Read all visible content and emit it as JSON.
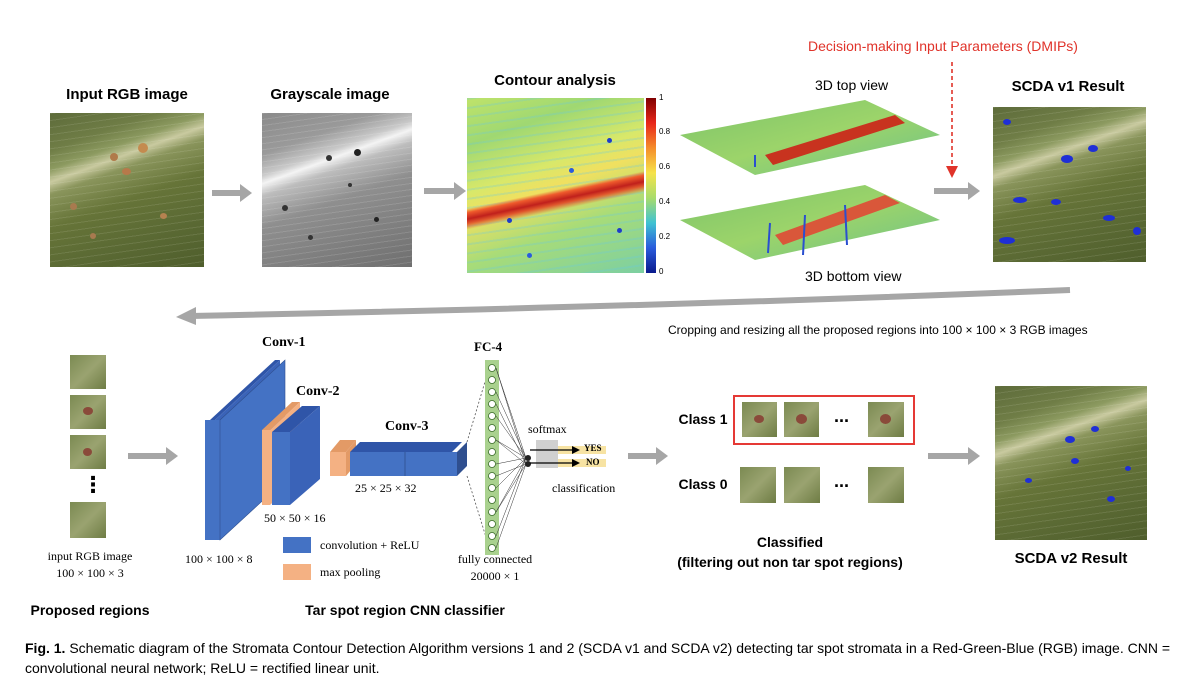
{
  "top_row": {
    "input_rgb_title": "Input RGB image",
    "grayscale_title": "Grayscale image",
    "contour_title": "Contour analysis",
    "colorbar_ticks": [
      "1",
      "0.8",
      "0.6",
      "0.4",
      "0.2",
      "0"
    ],
    "top_view_label": "3D top view",
    "bottom_view_label": "3D bottom view",
    "dmips_label": "Decision-making Input Parameters (DMIPs)",
    "scda_v1_title": "SCDA v1 Result"
  },
  "bottom_row": {
    "cropping_note": "Cropping and resizing all the proposed regions into 100 × 100 × 3 RGB images",
    "input_caption_line1": "input RGB image",
    "input_caption_line2": "100 × 100 × 3",
    "proposed_regions": "Proposed regions",
    "dots": "⋮",
    "conv1": "Conv-1",
    "conv2": "Conv-2",
    "conv3": "Conv-3",
    "fc4": "FC-4",
    "dim_conv1": "100 × 100 × 8",
    "dim_conv2": "50 × 50 × 16",
    "dim_conv3": "25 × 25 × 32",
    "legend_conv": "convolution + ReLU",
    "legend_pool": "max pooling",
    "fc_caption_line1": "fully connected",
    "fc_caption_line2": "20000 × 1",
    "softmax": "softmax",
    "yes": "YES",
    "no": "NO",
    "classification": "classification",
    "cnn_title": "Tar spot region CNN classifier",
    "class1": "Class 1",
    "class0": "Class 0",
    "ellipsis": "...",
    "classified_line1": "Classified",
    "classified_line2": "(filtering out non tar spot regions)",
    "scda_v2_title": "SCDA v2 Result"
  },
  "caption": {
    "fig_label": "Fig. 1.",
    "text": " Schematic diagram of the Stromata Contour Detection Algorithm versions 1 and 2 (SCDA v1 and SCDA v2) detecting tar spot stromata in a Red-Green-Blue (RGB) image. CNN = convolutional neural network; ReLU = rectified linear unit."
  },
  "colors": {
    "arrow_gray": "#a6a6a6",
    "dmip_red": "#e0332a",
    "conv_blue": "#4472c4",
    "pool_orange": "#f4b183",
    "fc_green": "#a9d18e",
    "highlight_red": "#e53935"
  }
}
